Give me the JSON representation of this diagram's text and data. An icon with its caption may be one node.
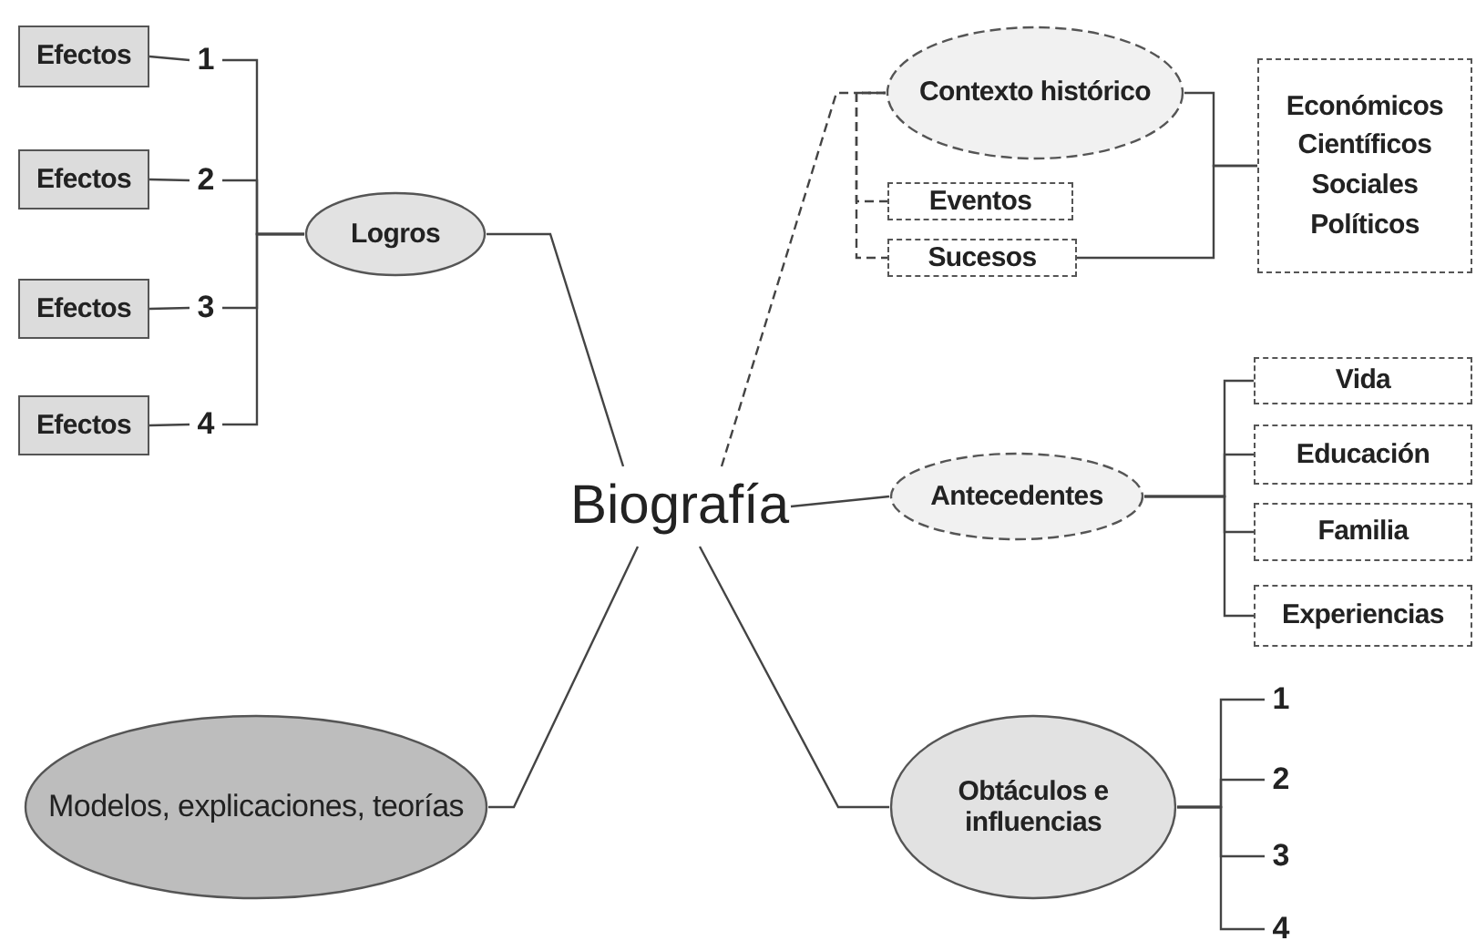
{
  "diagram": {
    "nodes": [
      {
        "text": [
          "Biografía"
        ]
      },
      {
        "text": [
          "Logros"
        ]
      },
      {
        "text": [
          "Efectos"
        ]
      },
      {
        "text": [
          "Efectos"
        ]
      },
      {
        "text": [
          "Efectos"
        ]
      },
      {
        "text": [
          "Efectos"
        ]
      },
      {
        "text": [
          "1"
        ]
      },
      {
        "text": [
          "2"
        ]
      },
      {
        "text": [
          "3"
        ]
      },
      {
        "text": [
          "4"
        ]
      },
      {
        "text": [
          "Contexto histórico"
        ]
      },
      {
        "text": [
          "Eventos"
        ]
      },
      {
        "text": [
          "Sucesos"
        ]
      },
      {
        "text": [
          "Económicos",
          "Científicos",
          "Sociales",
          "Políticos"
        ]
      },
      {
        "text": [
          "Antecedentes"
        ]
      },
      {
        "text": [
          "Vida"
        ]
      },
      {
        "text": [
          "Educación"
        ]
      },
      {
        "text": [
          "Familia"
        ]
      },
      {
        "text": [
          "Experiencias"
        ]
      },
      {
        "text": [
          "Modelos, explicaciones, teorías"
        ]
      },
      {
        "text": [
          "Obtáculos e influencias"
        ]
      },
      {
        "text": [
          "1"
        ]
      },
      {
        "text": [
          "2"
        ]
      },
      {
        "text": [
          "3"
        ]
      },
      {
        "text": [
          "4"
        ]
      }
    ],
    "edges": [
      {
        "from": 0,
        "to": 1,
        "arrow": "none"
      },
      {
        "from": 0,
        "to": 10,
        "arrow": "none",
        "style": "dashed"
      },
      {
        "from": 0,
        "to": 14,
        "arrow": "none"
      },
      {
        "from": 0,
        "to": 20,
        "arrow": "none"
      },
      {
        "from": 0,
        "to": 19,
        "arrow": "none"
      },
      {
        "from": 1,
        "to": 6,
        "arrow": "none"
      },
      {
        "from": 1,
        "to": 7,
        "arrow": "none"
      },
      {
        "from": 1,
        "to": 8,
        "arrow": "none"
      },
      {
        "from": 1,
        "to": 9,
        "arrow": "none"
      },
      {
        "from": 6,
        "to": 2,
        "arrow": "none"
      },
      {
        "from": 7,
        "to": 3,
        "arrow": "none"
      },
      {
        "from": 8,
        "to": 4,
        "arrow": "none"
      },
      {
        "from": 9,
        "to": 5,
        "arrow": "none"
      },
      {
        "from": 10,
        "to": 11,
        "arrow": "none",
        "style": "dashed"
      },
      {
        "from": 10,
        "to": 12,
        "arrow": "none",
        "style": "dashed"
      },
      {
        "from": 10,
        "to": 13,
        "arrow": "none"
      },
      {
        "from": 12,
        "to": 13,
        "arrow": "none"
      },
      {
        "from": 14,
        "to": 15,
        "arrow": "none"
      },
      {
        "from": 14,
        "to": 16,
        "arrow": "none"
      },
      {
        "from": 14,
        "to": 17,
        "arrow": "none"
      },
      {
        "from": 14,
        "to": 18,
        "arrow": "none"
      },
      {
        "from": 20,
        "to": 21,
        "arrow": "none"
      },
      {
        "from": 20,
        "to": 22,
        "arrow": "none"
      },
      {
        "from": 20,
        "to": 23,
        "arrow": "none"
      },
      {
        "from": 20,
        "to": 24,
        "arrow": "none"
      }
    ]
  }
}
